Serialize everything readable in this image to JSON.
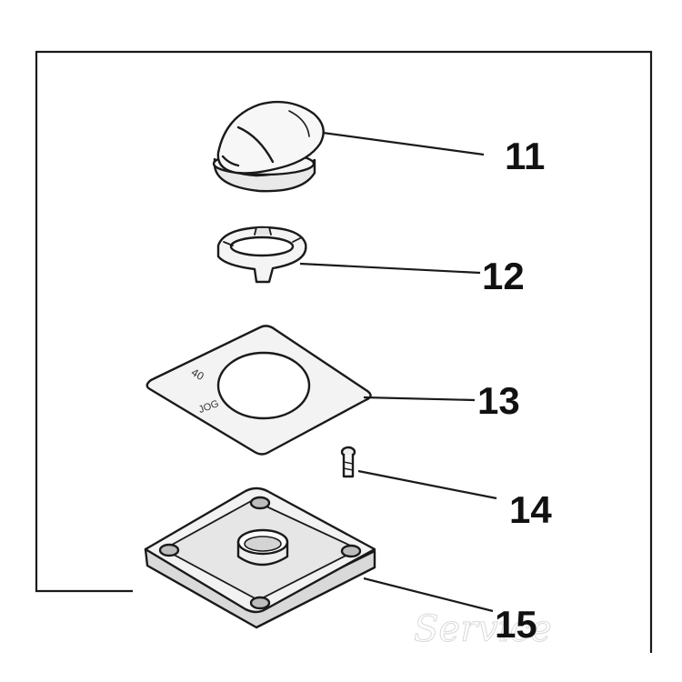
{
  "parts": [
    {
      "id": "11",
      "label": "11",
      "name": "knob"
    },
    {
      "id": "12",
      "label": "12",
      "name": "locking ring"
    },
    {
      "id": "13",
      "label": "13",
      "name": "legend plate"
    },
    {
      "id": "14",
      "label": "14",
      "name": "screw"
    },
    {
      "id": "15",
      "label": "15",
      "name": "base plate"
    }
  ],
  "plate_marks": {
    "upper": "40",
    "lower": "JOG"
  },
  "watermark": "Service",
  "colors": {
    "line": "#1a1a1a",
    "fill": "#f4f4f4",
    "shade": "#dcdcdc",
    "dark_shade": "#b9b9b9",
    "watermark": "#c9c9c9"
  }
}
